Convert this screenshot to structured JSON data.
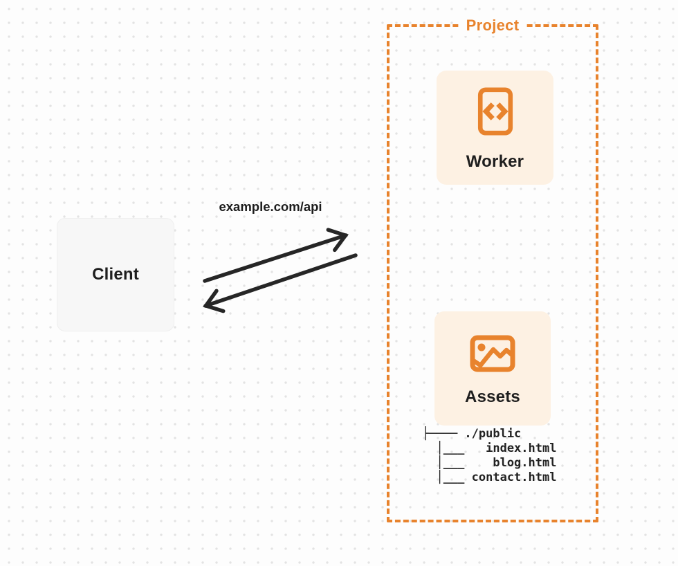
{
  "client": {
    "label": "Client"
  },
  "connection": {
    "request_label": "example.com/api"
  },
  "project": {
    "label": "Project",
    "worker": {
      "label": "Worker",
      "icon": "code-file-icon"
    },
    "assets": {
      "label": "Assets",
      "icon": "image-icon"
    },
    "file_tree": {
      "root": "./public",
      "files": [
        "index.html",
        "blog.html",
        "contact.html"
      ],
      "lines": [
        "├──── ./public",
        "  │___   index.html",
        "  │___    blog.html",
        "  │___ contact.html"
      ]
    }
  },
  "colors": {
    "accent_orange": "#E8832D",
    "card_cream": "#FDF1E3",
    "client_gray": "#F7F7F7",
    "arrow_dark": "#262626",
    "text_dark": "#1E1E1E",
    "dot_grid": "#E3E3E3",
    "background": "#FDFDFD"
  }
}
